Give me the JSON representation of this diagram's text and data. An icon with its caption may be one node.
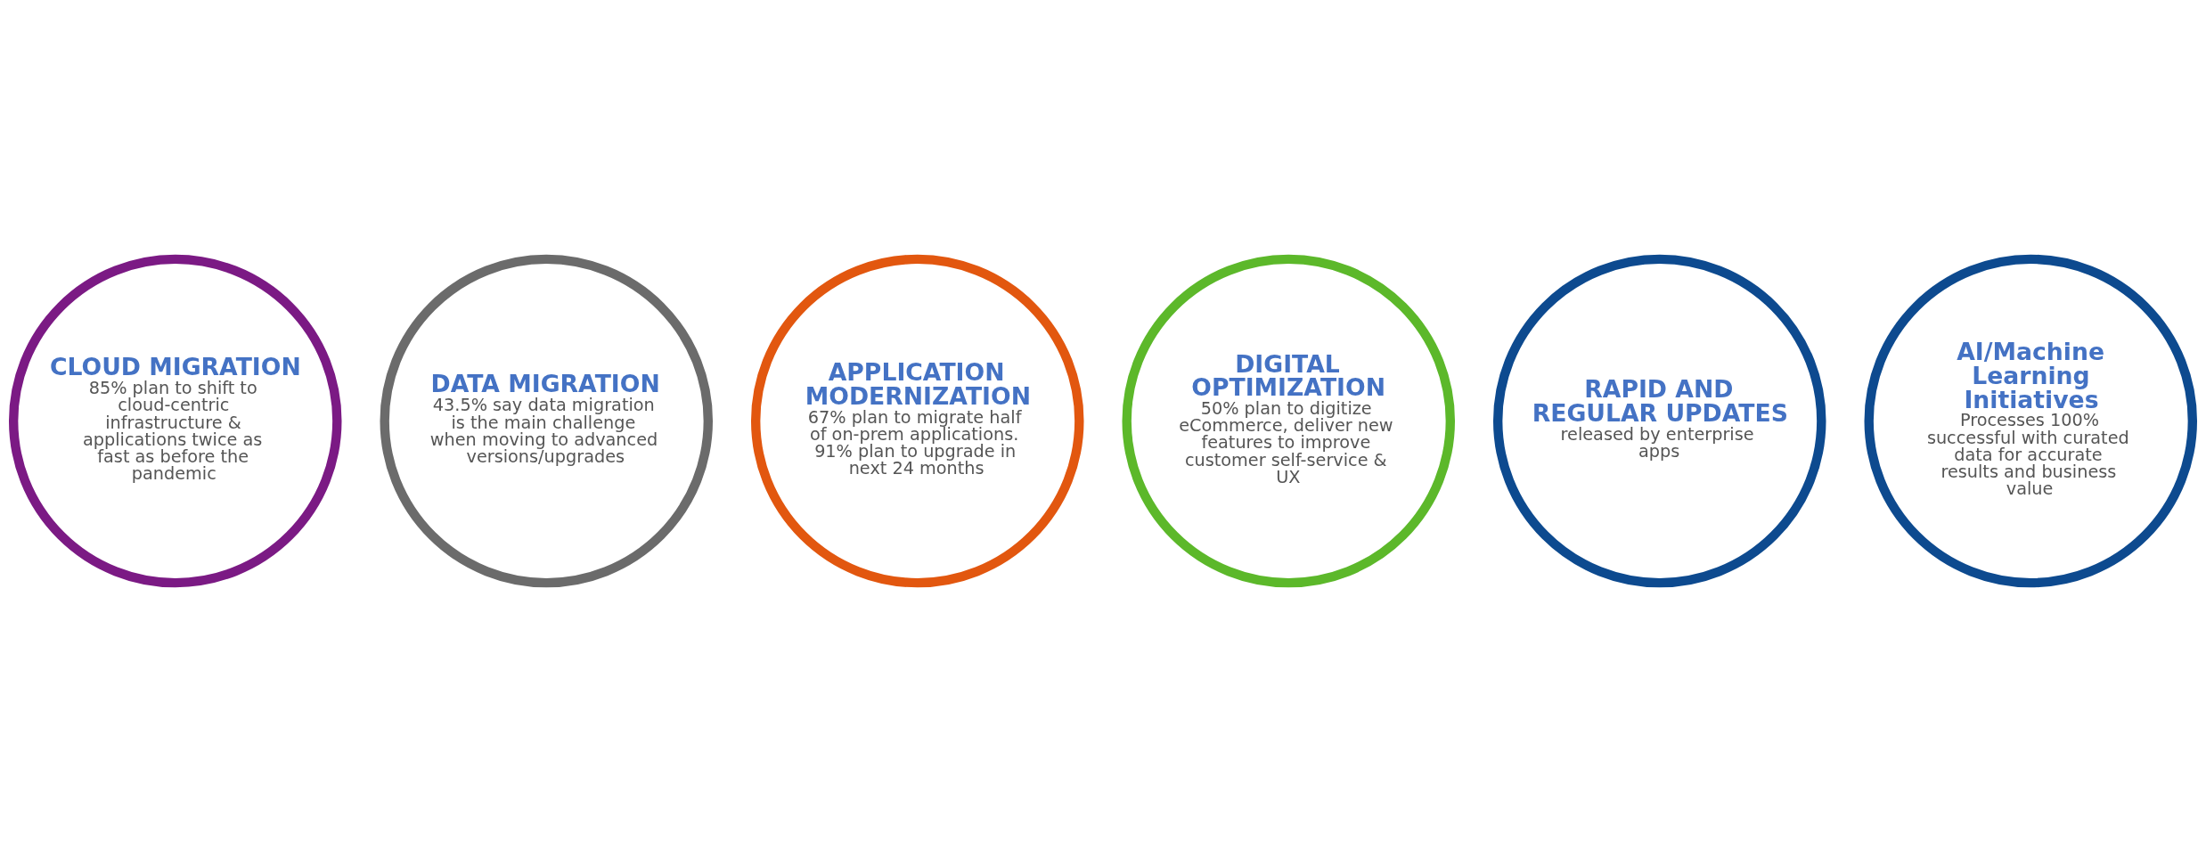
{
  "diagram": {
    "nodes": [
      {
        "text": [
          "CLOUD MIGRATION",
          "85% plan to shift to cloud-centric infrastructure & applications twice as fast as before the pandemic"
        ]
      },
      {
        "text": [
          "DATA MIGRATION",
          "43.5% say data migration is the main challenge when moving to advanced versions/upgrades"
        ]
      },
      {
        "text": [
          "APPLICATION MODERNIZATION",
          "67% plan to migrate half of on-prem applications. 91% plan to upgrade in next 24 months"
        ]
      },
      {
        "text": [
          "DIGITAL OPTIMIZATION",
          "50% plan to digitize eCommerce, deliver new features to improve customer self-service & UX"
        ]
      },
      {
        "text": [
          "RAPID AND REGULAR UPDATES",
          "released by enterprise apps"
        ]
      },
      {
        "text": [
          "AI/Machine Learning Initiatives",
          "Processes 100% successful with curated data for accurate results and business value"
        ]
      }
    ],
    "edges": []
  }
}
